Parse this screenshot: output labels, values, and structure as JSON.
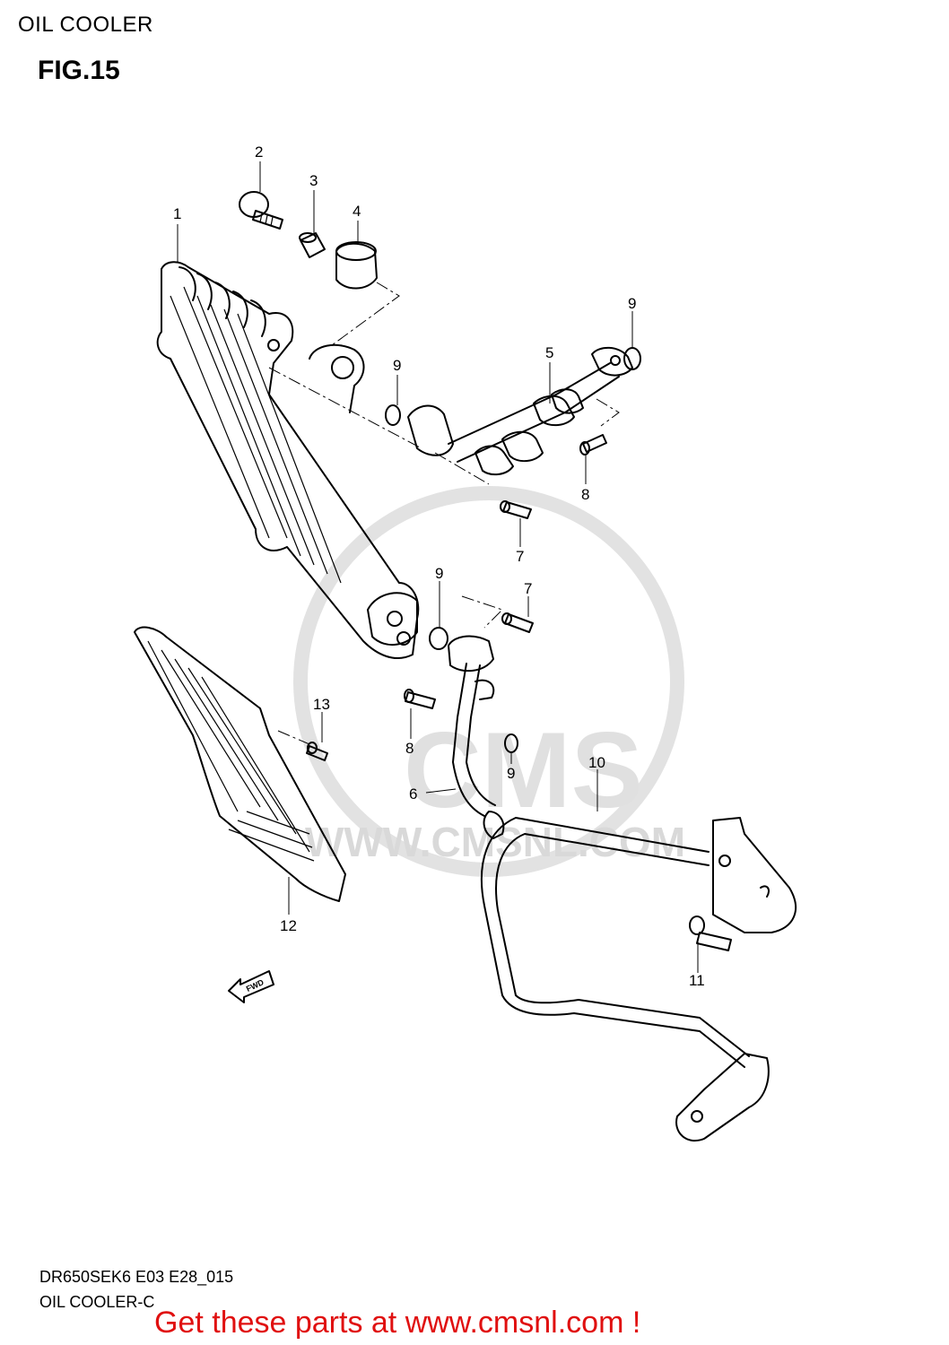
{
  "header": {
    "title": "OIL COOLER",
    "figure": "FIG.15"
  },
  "callouts": [
    "1",
    "2",
    "3",
    "4",
    "5",
    "6",
    "7",
    "7",
    "8",
    "8",
    "9",
    "9",
    "9",
    "9",
    "10",
    "11",
    "12",
    "13"
  ],
  "watermark": {
    "brand": "CMS",
    "url": "WWW.CMSNL.COM"
  },
  "direction_arrow": "FWD",
  "footer": {
    "code": "DR650SEK6 E03 E28_015",
    "subtitle": "OIL COOLER-C",
    "cta": "Get these parts at www.cmsnl.com !"
  },
  "colors": {
    "cta": "#e01010",
    "watermark": "#d9d9d9"
  }
}
